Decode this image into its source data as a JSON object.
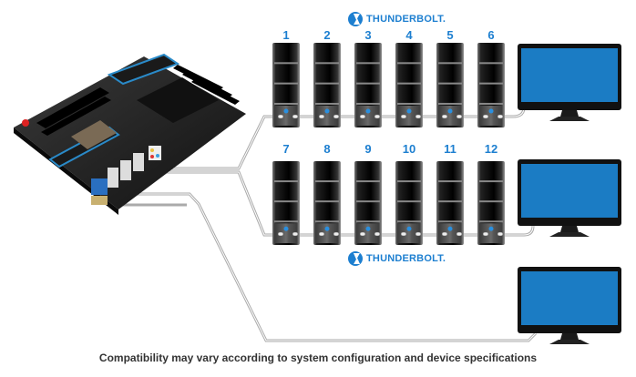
{
  "diagram": {
    "title": "Thunderbolt daisy-chain connection diagram",
    "branding": {
      "top_logo": "THUNDERBOLT.",
      "bottom_logo": "THUNDERBOLT.",
      "accent_color": "#1d7fd0",
      "monitor_screen_color": "#1b7cc4"
    },
    "source": {
      "label": "motherboard",
      "icon": "motherboard-icon"
    },
    "chains": [
      {
        "name": "chain-1",
        "devices": [
          "1",
          "2",
          "3",
          "4",
          "5",
          "6"
        ],
        "endpoint": "monitor-1"
      },
      {
        "name": "chain-2",
        "devices": [
          "7",
          "8",
          "9",
          "10",
          "11",
          "12"
        ],
        "endpoint": "monitor-2"
      },
      {
        "name": "direct",
        "devices": [],
        "endpoint": "monitor-3"
      }
    ],
    "caption": "Compatibility may vary according to system configuration and device specifications"
  }
}
